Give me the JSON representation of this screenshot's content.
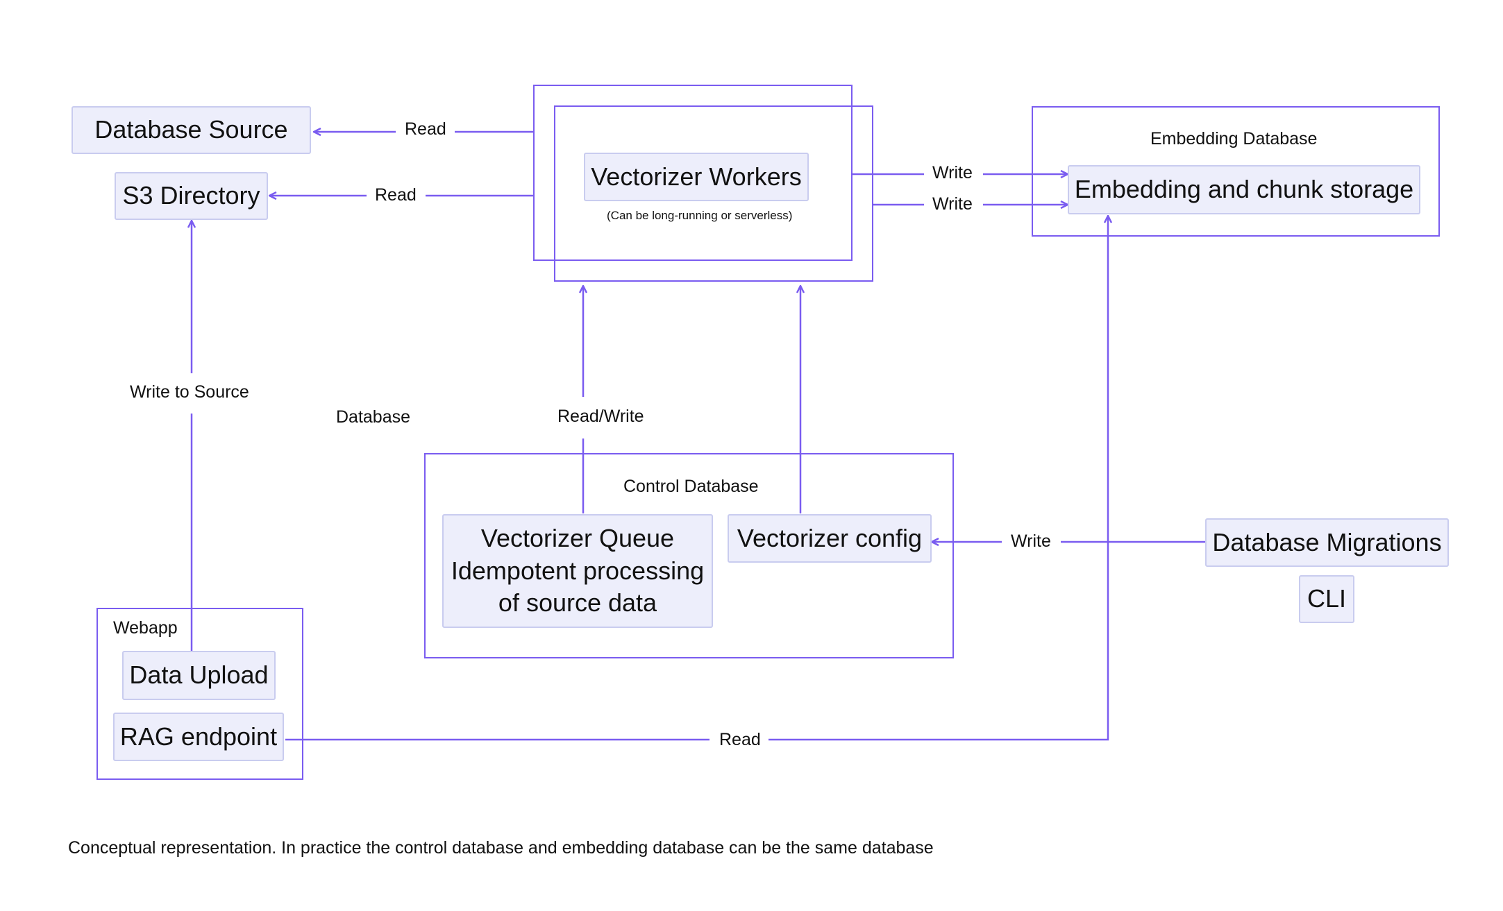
{
  "nodes": {
    "database_source": "Database Source",
    "s3_directory": "S3 Directory",
    "vectorizer_workers": "Vectorizer Workers",
    "workers_note": "(Can be long-running or serverless)",
    "embedding_storage": "Embedding and chunk storage",
    "queue_line1": "Vectorizer Queue",
    "queue_line2": "Idempotent processing",
    "queue_line3": "of source data",
    "vectorizer_config": "Vectorizer config",
    "database_migrations": "Database Migrations",
    "cli": "CLI",
    "data_upload": "Data Upload",
    "rag_endpoint": "RAG endpoint"
  },
  "groups": {
    "embedding_database": "Embedding Database",
    "control_database": "Control Database",
    "webapp": "Webapp",
    "database": "Database"
  },
  "edges": {
    "read_database_source": "Read",
    "read_s3": "Read",
    "write_embedding_1": "Write",
    "write_embedding_2": "Write",
    "write_to_source": "Write to Source",
    "read_write_queue": "Read/Write",
    "write_config": "Write",
    "read_rag": "Read"
  },
  "footnote": "Conceptual representation. In practice the control database and embedding database can be the same database",
  "colors": {
    "line": "#7a5cf0",
    "node_fill": "#edeefb",
    "node_border": "#c9ccef"
  }
}
